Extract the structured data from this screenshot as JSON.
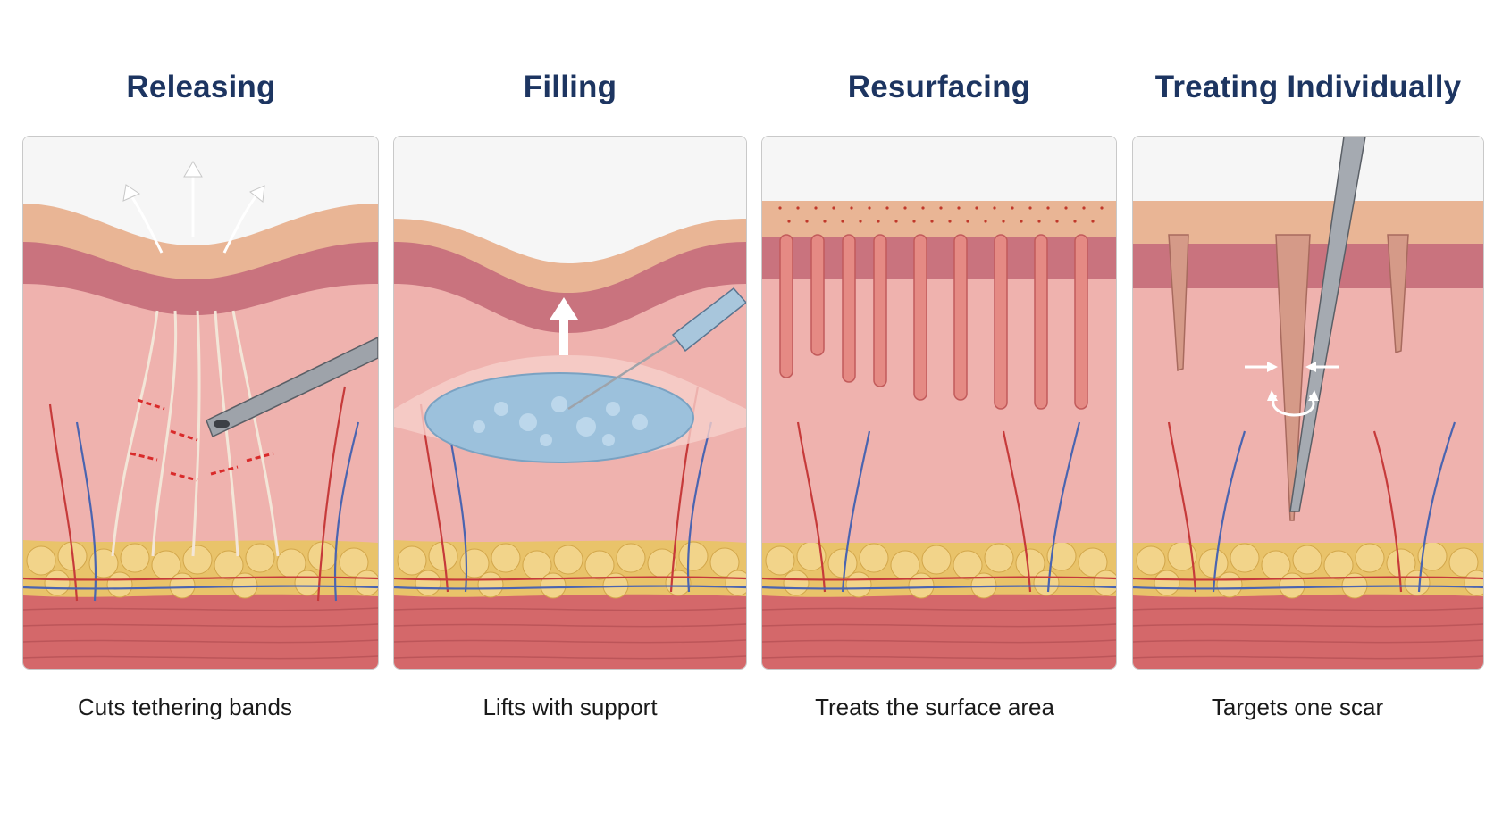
{
  "panels": [
    {
      "id": "releasing",
      "title": "Releasing",
      "caption": "Cuts tethering bands"
    },
    {
      "id": "filling",
      "title": "Filling",
      "caption": "Lifts with support"
    },
    {
      "id": "resurfacing",
      "title": "Resurfacing",
      "caption": "Treats the surface area"
    },
    {
      "id": "treating",
      "title": "Treating Individually",
      "caption": "Targets one scar"
    }
  ],
  "colors": {
    "title": "#1d3561",
    "epidermis": "#e9b595",
    "dermis": "#efb2ae",
    "papillary": "#c9737e",
    "fat": "#e9c36a",
    "muscle": "#d4686a",
    "vessel_red": "#c63a3a",
    "vessel_blue": "#4a64b0",
    "filler": "#9cc1dc"
  }
}
